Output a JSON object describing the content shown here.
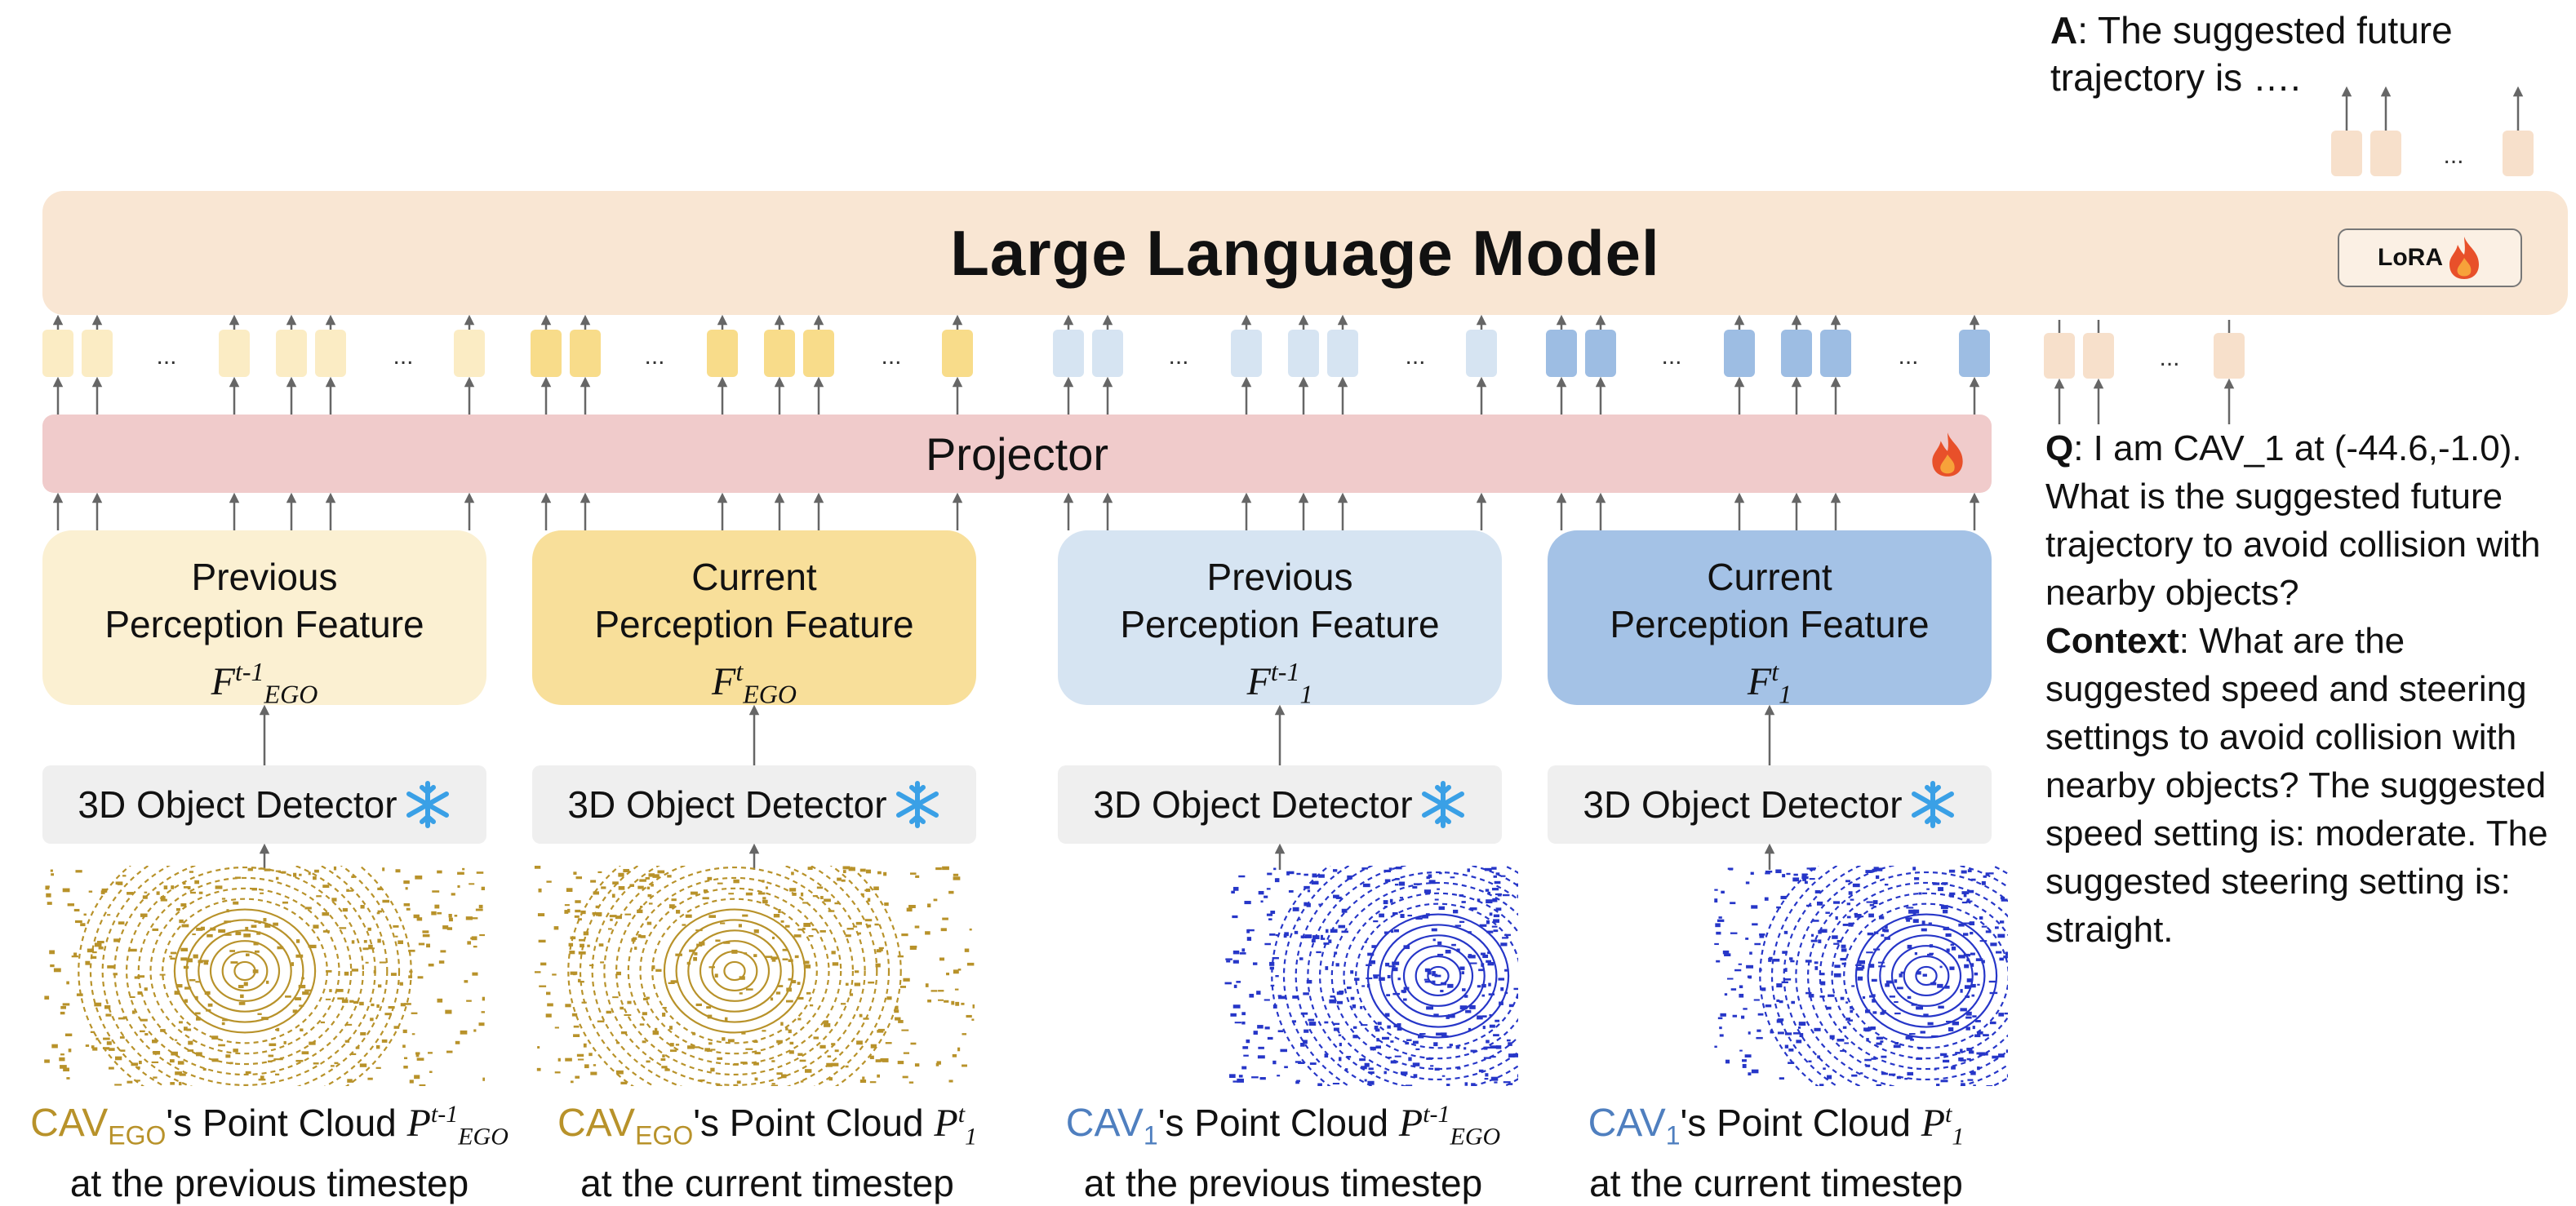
{
  "llm": {
    "title": "Large Language Model",
    "lora_label": "LoRA"
  },
  "projector": {
    "title": "Projector"
  },
  "features": [
    {
      "line1": "Previous",
      "line2": "Perception Feature",
      "sym": "F",
      "sup": "t-1",
      "sub": "EGO",
      "color": "#fbf0d2"
    },
    {
      "line1": "Current",
      "line2": "Perception Feature",
      "sym": "F",
      "sup": "t",
      "sub": "EGO",
      "color": "#f8df9a"
    },
    {
      "line1": "Previous",
      "line2": "Perception Feature",
      "sym": "F",
      "sup": "t-1",
      "sub": "1",
      "color": "#d6e4f2"
    },
    {
      "line1": "Current",
      "line2": "Perception Feature",
      "sym": "F",
      "sup": "t",
      "sub": "1",
      "color": "#a4c2e6"
    }
  ],
  "detector_label": "3D Object Detector",
  "captions": [
    {
      "cav": "CAV",
      "cav_sub": "EGO",
      "mid": "'s Point Cloud",
      "sym": "P",
      "sup": "t-1",
      "sub": "EGO",
      "line2": "at the previous timestep"
    },
    {
      "cav": "CAV",
      "cav_sub": "EGO",
      "mid": "'s Point Cloud",
      "sym": "P",
      "sup": "t",
      "sub": "1",
      "line2": "at the current timestep"
    },
    {
      "cav": "CAV",
      "cav_sub": "1",
      "mid": "'s Point Cloud",
      "sym": "P",
      "sup": "t-1",
      "sub": "EGO",
      "line2": "at the previous timestep"
    },
    {
      "cav": "CAV",
      "cav_sub": "1",
      "mid": "'s Point Cloud",
      "sym": "P",
      "sup": "t",
      "sub": "1",
      "line2": "at the current timestep"
    }
  ],
  "ellipsis": "...",
  "answer": {
    "label": "A",
    "text": ": The suggested future trajectory is …."
  },
  "question": {
    "label": "Q",
    "text": ": I am CAV_1 at (-44.6,-1.0). What is the suggested future trajectory to avoid collision with nearby objects?"
  },
  "context": {
    "label": "Context",
    "text": ": What are the suggested speed and steering settings to avoid collision with nearby objects? The suggested speed setting is: moderate. The suggested steering setting is: straight."
  },
  "colors": {
    "ego_point": "#b8922a",
    "cav1_point": "#2636c8",
    "token_prev_ego": "#fbecc4",
    "token_cur_ego": "#f8dc8a",
    "token_prev_1": "#d6e4f2",
    "token_cur_1": "#9dbde3",
    "token_text": "#f7e0cb"
  },
  "icons": [
    "fire-icon",
    "snowflake-icon"
  ]
}
